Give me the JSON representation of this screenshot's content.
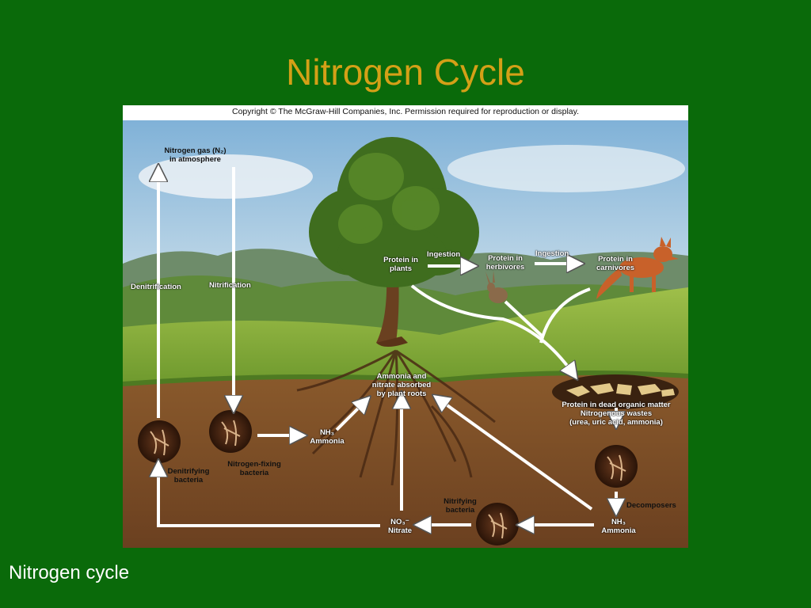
{
  "slide": {
    "title": "Nitrogen Cycle",
    "caption": "Nitrogen cycle"
  },
  "figure": {
    "copyright": "Copyright © The McGraw-Hill Companies, Inc. Permission required for reproduction or display.",
    "labels": {
      "atmosphere_line1": "Nitrogen gas (N₂)",
      "atmosphere_line2": "in atmosphere",
      "denitrification": "Denitrification",
      "nitrification": "Nitrification",
      "protein_plants_line1": "Protein in",
      "protein_plants_line2": "plants",
      "ingestion_1": "Ingestion",
      "protein_herbivores_line1": "Protein in",
      "protein_herbivores_line2": "herbivores",
      "ingestion_2": "Ingestion",
      "protein_carnivores_line1": "Protein in",
      "protein_carnivores_line2": "carnivores",
      "absorbed_line1": "Ammonia and",
      "absorbed_line2": "nitrate absorbed",
      "absorbed_line3": "by plant roots",
      "dead_matter_line1": "Protein in dead organic matter",
      "dead_matter_line2": "Nitrogenous wastes",
      "dead_matter_line3": "(urea, uric acid, ammonia)",
      "nh3_left_line1": "NH₃",
      "nh3_left_line2": "Ammonia",
      "denitrifying_line1": "Denitrifying",
      "denitrifying_line2": "bacteria",
      "nitrogen_fixing_line1": "Nitrogen-fixing",
      "nitrogen_fixing_line2": "bacteria",
      "nitrifying_line1": "Nitrifying",
      "nitrifying_line2": "bacteria",
      "no3_line1": "NO₃⁻",
      "no3_line2": "Nitrate",
      "decomposers": "Decomposers",
      "nh3_right_line1": "NH₃",
      "nh3_right_line2": "Ammonia"
    }
  },
  "colors": {
    "background": "#0a6a0a",
    "title": "#d4a017",
    "caption": "#ffffff"
  }
}
